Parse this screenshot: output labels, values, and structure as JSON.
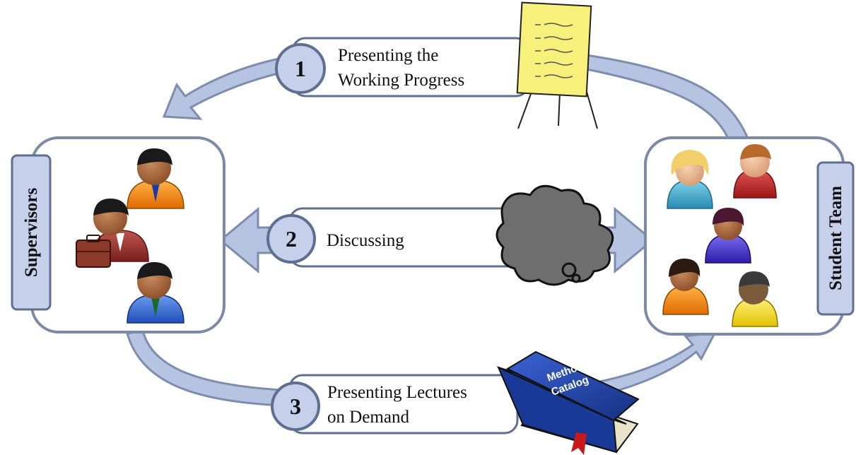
{
  "diagram": {
    "groups": {
      "supervisors": "Supervisors",
      "student_team": "Student Team"
    },
    "steps": [
      {
        "number": "1",
        "line1": "Presenting the",
        "line2": "Working Progress"
      },
      {
        "number": "2",
        "line1": "Discussing"
      },
      {
        "number": "3",
        "line1": "Presenting Lectures",
        "line2": "on Demand"
      }
    ],
    "book": {
      "line1": "Method",
      "line2": "Catalog"
    },
    "colors": {
      "panel_stroke": "#7a8aa8",
      "arrow_fill": "#b6c4e2",
      "arrow_stroke": "#7c8db0",
      "badge_fill": "#c6d0ea",
      "cloud_fill": "#6e6e6e",
      "book_blue": "#1f3c9c",
      "easel_yellow": "#f7f07a"
    },
    "icons": [
      "flipchart-icon",
      "thought-cloud-icon",
      "method-book-icon",
      "person-icon",
      "briefcase-icon"
    ]
  }
}
